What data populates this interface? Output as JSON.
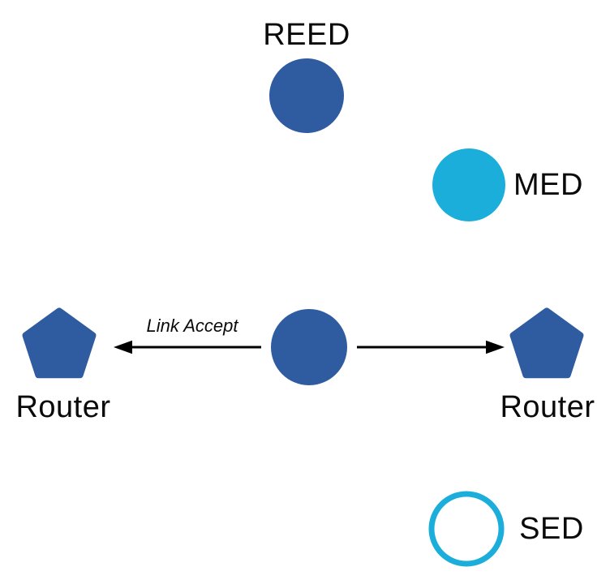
{
  "diagram": {
    "kind": "network-topology",
    "nodes": {
      "reed": {
        "label": "REED",
        "shape": "filled-circle"
      },
      "med": {
        "label": "MED",
        "shape": "filled-circle"
      },
      "center_device": {
        "label": "",
        "shape": "filled-circle"
      },
      "router_left": {
        "label": "Router",
        "shape": "pentagon"
      },
      "router_right": {
        "label": "Router",
        "shape": "pentagon"
      },
      "sed": {
        "label": "SED",
        "shape": "outline-circle"
      }
    },
    "edges": {
      "link_accept": {
        "label": "Link Accept",
        "direction": "center-to-left-router"
      },
      "right_link": {
        "label": "",
        "direction": "center-to-right-router"
      }
    }
  },
  "colors": {
    "node_blue": "#2F5BA1",
    "node_cyan": "#1BAEDB",
    "arrow": "#000000",
    "background": "#FFFFFF"
  }
}
